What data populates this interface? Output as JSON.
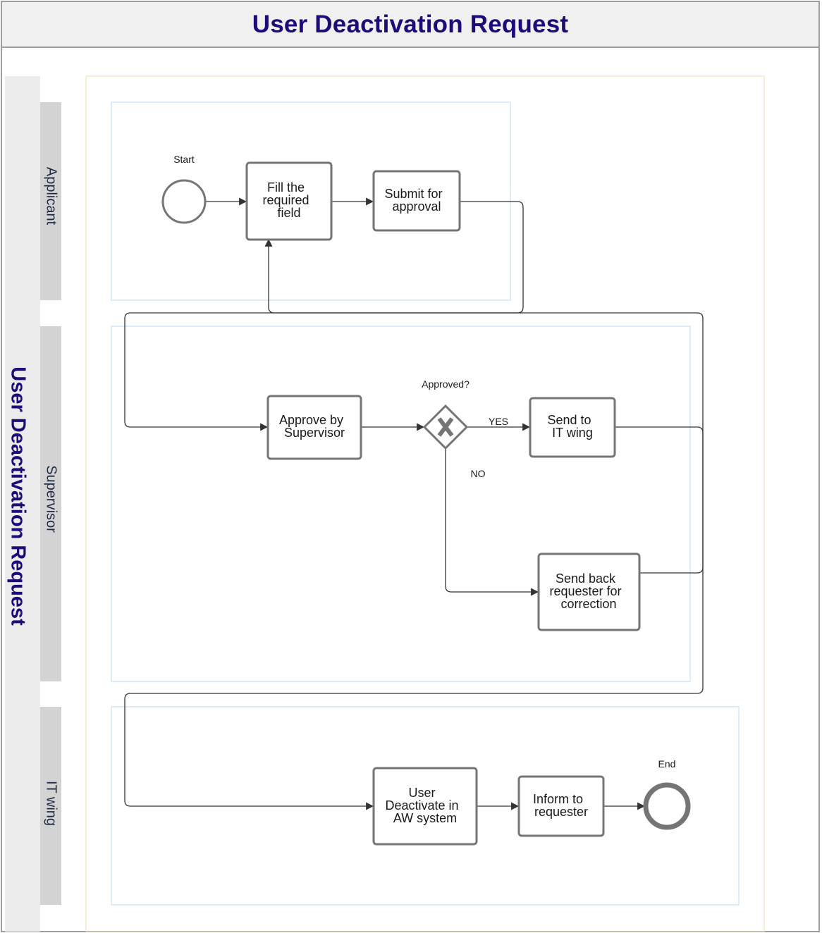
{
  "header": {
    "title": "User Deactivation Request"
  },
  "pool": {
    "label": "User Deactivation Request"
  },
  "lanes": [
    {
      "id": "applicant",
      "label": "Applicant"
    },
    {
      "id": "supervisor",
      "label": "Supervisor"
    },
    {
      "id": "it_wing",
      "label": "IT wing"
    }
  ],
  "events": {
    "start_label": "Start",
    "end_label": "End"
  },
  "tasks": {
    "fill_field": [
      "Fill the",
      "required",
      "field"
    ],
    "submit": [
      "Submit for",
      "approval"
    ],
    "approve": [
      "Approve by",
      "Supervisor"
    ],
    "send_it": [
      "Send to",
      "IT wing"
    ],
    "send_back": [
      "Send back",
      "requester for",
      "correction"
    ],
    "deactivate": [
      "User",
      "Deactivate in",
      "AW system"
    ],
    "inform": [
      "Inform to",
      "requester"
    ]
  },
  "gateway": {
    "label": "Approved?",
    "yes_label": "YES",
    "no_label": "NO"
  },
  "colors": {
    "title": "#1e0a78",
    "shape_stroke": "#757575",
    "connector": "#333333",
    "lane_header": "#d3d3d3",
    "lane_border": "#bcd8ee",
    "pool_border": "#f3dcae"
  }
}
